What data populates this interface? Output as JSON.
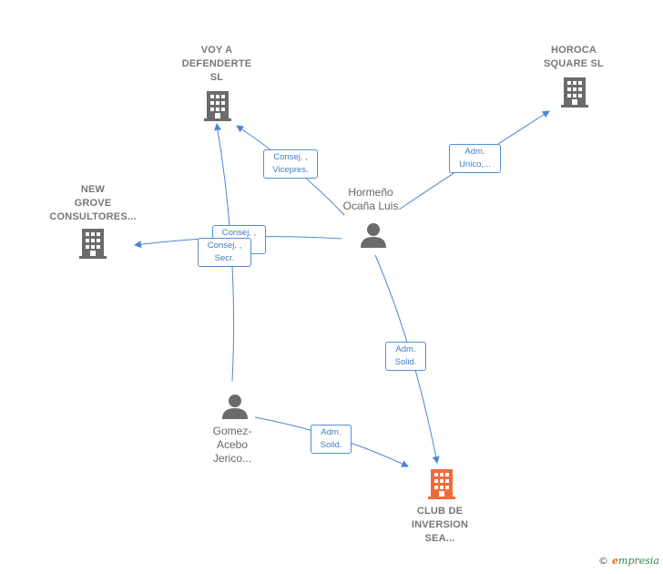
{
  "colors": {
    "edge": "#4a86d4",
    "company_icon": "#6b6b6b",
    "main_company_icon": "#f26a3a",
    "person_icon": "#6b6b6b"
  },
  "nodes": {
    "voy_a_defenderte": {
      "label": "VOY A\nDEFENDERTE\nSL",
      "icon": "building-icon"
    },
    "horoca_square": {
      "label": "HOROCA\nSQUARE  SL",
      "icon": "building-icon"
    },
    "new_grove": {
      "label": "NEW\nGROVE\nCONSULTORES...",
      "icon": "building-icon"
    },
    "hormeno": {
      "label": "Hormeño\nOcaña Luis",
      "icon": "person-icon"
    },
    "gomez_acebo": {
      "label": "Gomez-\nAcebo\nJerico...",
      "icon": "person-icon"
    },
    "club_inversion": {
      "label": "CLUB DE\nINVERSION\nSEA...",
      "icon": "building-icon"
    }
  },
  "edges": {
    "hormeno_voy": {
      "label": "Consej. ,\nVicepres."
    },
    "hormeno_horoca": {
      "label": "Adm.\nUnico,..."
    },
    "hormeno_newgrove": {
      "label": "Consej. ,\nSecr."
    },
    "gomez_voy": {
      "label": "Consej. ,\nSecr."
    },
    "hormeno_club": {
      "label": "Adm.\nSolid."
    },
    "gomez_club": {
      "label": "Adm.\nSolid."
    }
  },
  "brand": {
    "copyright": "©",
    "initial": "e",
    "rest": "mpresia"
  }
}
